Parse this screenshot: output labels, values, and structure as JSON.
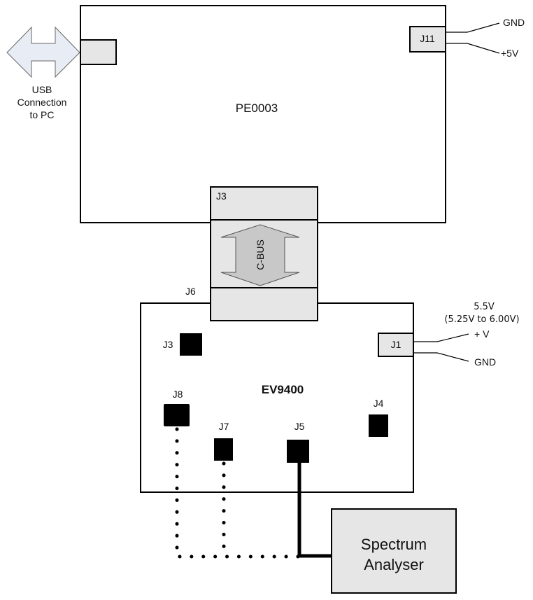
{
  "boards": {
    "pe0003": {
      "label": "PE0003"
    },
    "ev9400": {
      "label": "EV9400"
    }
  },
  "usb": {
    "label_line1": "USB",
    "label_line2": "Connection",
    "label_line3": "to PC"
  },
  "pe_connectors": {
    "j11": {
      "label": "J11",
      "wire_top": "GND",
      "wire_bottom": "+5V"
    },
    "j3": {
      "label": "J3"
    },
    "j6": {
      "label": "J6"
    }
  },
  "cbus": {
    "label": "C-BUS"
  },
  "ev_connectors": {
    "j1": {
      "label": "J1",
      "wire_top": "+ V",
      "wire_bottom": "GND"
    },
    "supply": {
      "voltage": "5.5V",
      "range": "(5.25V to 6.00V)"
    },
    "j3": {
      "label": "J3"
    },
    "j4": {
      "label": "J4"
    },
    "j5": {
      "label": "J5"
    },
    "j7": {
      "label": "J7"
    },
    "j8": {
      "label": "J8"
    }
  },
  "instrument": {
    "line1": "Spectrum",
    "line2": "Analyser"
  },
  "colors": {
    "connector_fill": "#e6e6e6",
    "arrow_fill_usb": "#e8edf5",
    "arrow_fill_cbus": "#c8c8c8",
    "stroke": "#000000"
  }
}
